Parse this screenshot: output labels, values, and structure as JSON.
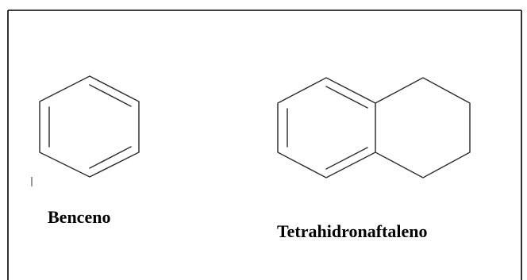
{
  "molecules": [
    {
      "name": "benceno",
      "label": "Benceno",
      "rings": 1
    },
    {
      "name": "tetrahidronaftaleno",
      "label": "Tetrahidronaftaleno",
      "rings": 2
    }
  ]
}
